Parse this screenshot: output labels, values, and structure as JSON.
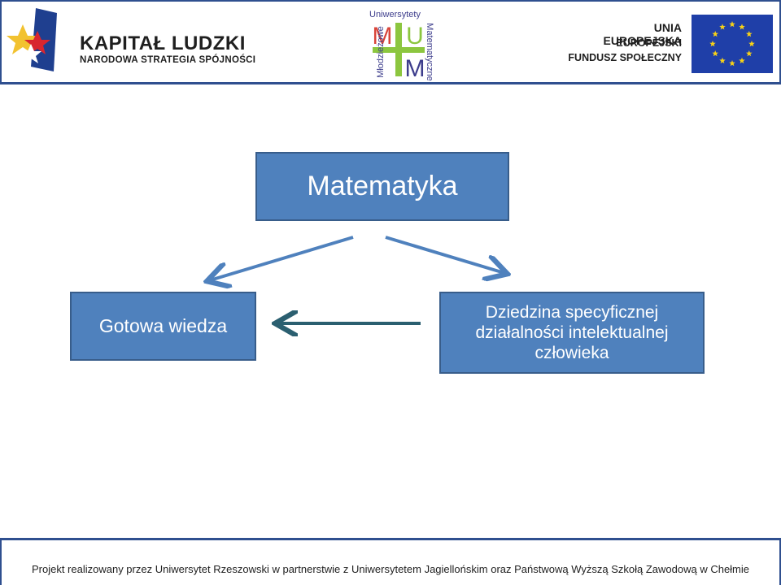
{
  "header": {
    "kapital_title": "KAPITAŁ LUDZKI",
    "kapital_subtitle": "NARODOWA STRATEGIA SPÓJNOŚCI",
    "mum_top": "Uniwersytety",
    "mum_left": "Młodzieżowe",
    "mum_right": "Matematyczne",
    "mum_letters": [
      "M",
      "U",
      "M"
    ],
    "ue_line1": "UNIA EUROPEJSKA",
    "ue_line2": "EUROPEJSKI",
    "ue_line3": "FUNDUSZ SPOŁECZNY"
  },
  "diagram": {
    "top_box": "Matematyka",
    "left_box": "Gotowa wiedza",
    "right_box": "Dziedzina specyficznej działalności intelektualnej człowieka"
  },
  "footer": {
    "text": "Projekt realizowany przez Uniwersytet Rzeszowski w partnerstwie z Uniwersytetem Jagiellońskim oraz Państwową Wyższą Szkołą Zawodową w Chełmie"
  },
  "colors": {
    "box_fill": "#4f81bd",
    "box_border": "#385d8a",
    "arrow_blue": "#4f81bd",
    "arrow_dark": "#2b5f70",
    "frame": "#2f4f8f"
  }
}
